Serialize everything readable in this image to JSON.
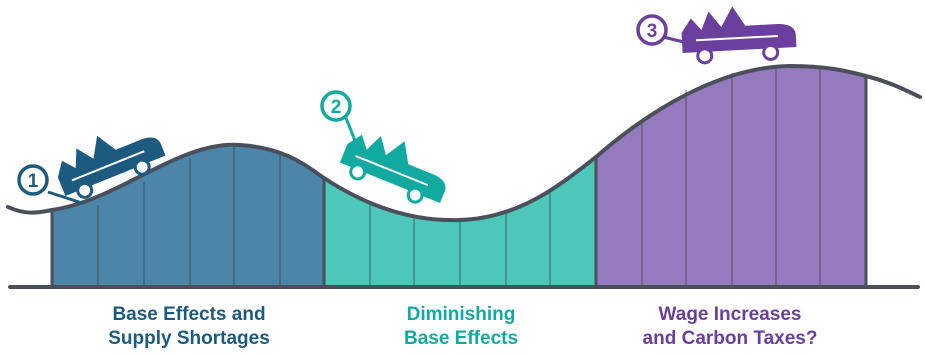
{
  "colors": {
    "track": "#4a4f5c",
    "stage1_fill": "#4b86a8",
    "stage1_car": "#1d5a80",
    "stage2_fill": "#4ec7bb",
    "stage2_car": "#11aaa0",
    "stage3_fill": "#947bbd",
    "stage3_car": "#6a3f9e",
    "wheel": "#ffffff"
  },
  "stages": [
    {
      "number": "1",
      "line1": "Base Effects and",
      "line2": "Supply Shortages",
      "color": "#1d5a80"
    },
    {
      "number": "2",
      "line1": "Diminishing",
      "line2": "Base Effects",
      "color": "#11aaa0"
    },
    {
      "number": "3",
      "line1": "Wage Increases",
      "line2": "and Carbon Taxes?",
      "color": "#6a3f9e"
    }
  ]
}
